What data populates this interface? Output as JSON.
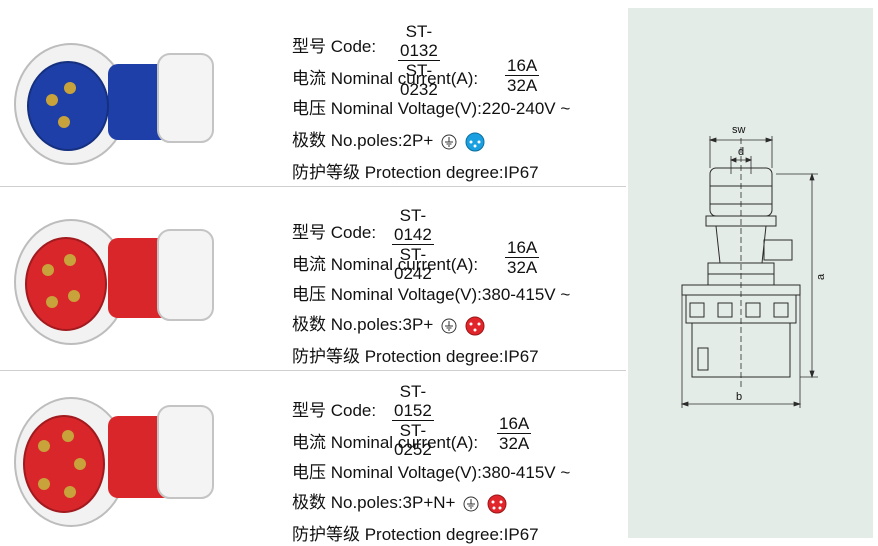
{
  "labels": {
    "code": "型号 Code:",
    "current": "电流  Nominal current(A):",
    "voltage_prefix": "电压  Nominal Voltage(V):",
    "poles_prefix": "极数  No.poles:",
    "protection": "防护等级 Protection degree:IP67"
  },
  "products": [
    {
      "codes": [
        "ST-0132",
        "ST-0232"
      ],
      "currents": [
        "16A",
        "32A"
      ],
      "voltage": "220-240V ~",
      "poles": "2P+",
      "color": "#1f3fa8"
    },
    {
      "codes": [
        "ST-0142",
        "ST-0242"
      ],
      "currents": [
        "16A",
        "32A"
      ],
      "voltage": "380-415V ~",
      "poles": "3P+",
      "color": "#d9262b"
    },
    {
      "codes": [
        "ST-0152",
        "ST-0252"
      ],
      "currents": [
        "16A",
        "32A"
      ],
      "voltage": "380-415V ~",
      "poles": "3P+N+",
      "color": "#d9262b"
    }
  ],
  "drawing": {
    "dim_sw": "sw",
    "dim_d": "d",
    "dim_a": "a",
    "dim_b": "b"
  }
}
